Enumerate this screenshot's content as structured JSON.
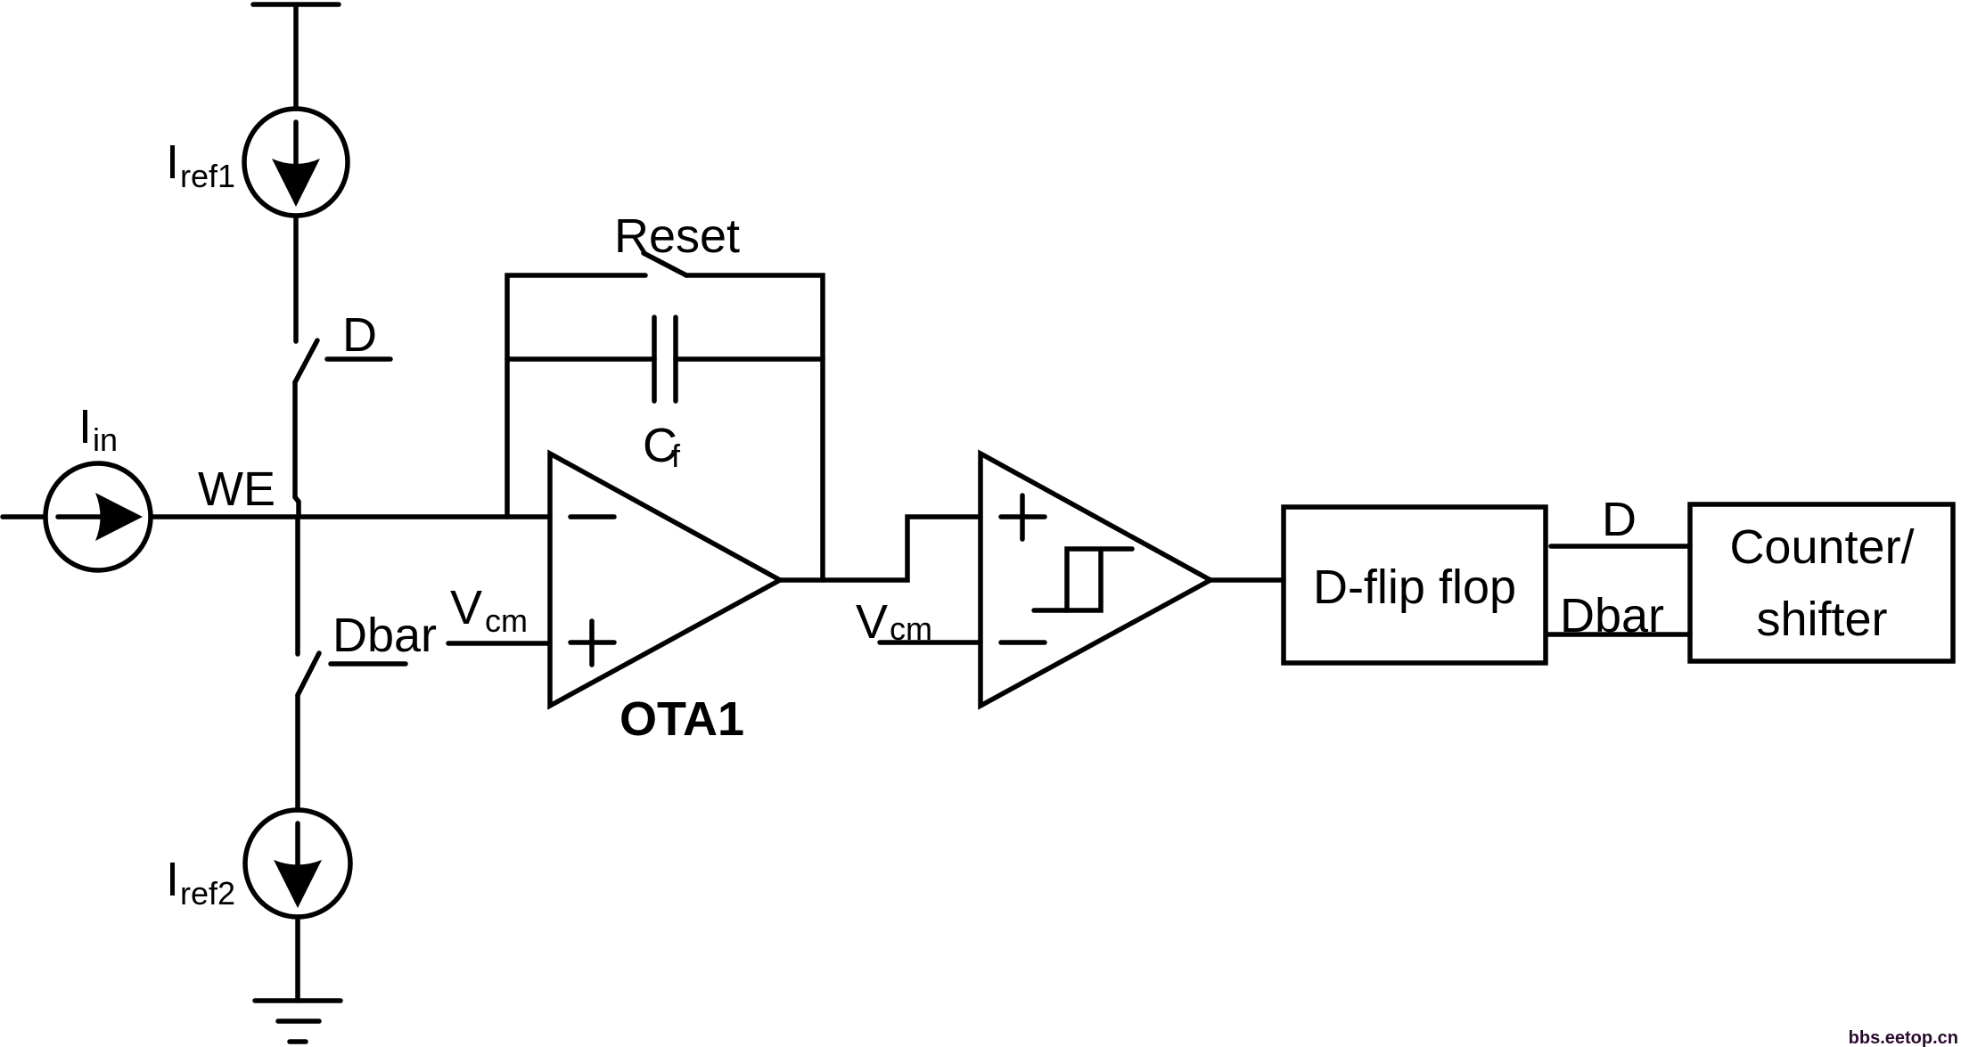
{
  "diagram": {
    "type": "circuit-schematic",
    "title": "Current-to-digital converter front end",
    "sources": {
      "input": {
        "label": "I",
        "subscript": "in",
        "direction": "right"
      },
      "ref_top": {
        "label": "I",
        "subscript": "ref1",
        "direction": "down"
      },
      "ref_bottom": {
        "label": "I",
        "subscript": "ref2",
        "direction": "down"
      }
    },
    "nodes": {
      "we": "WE",
      "supply": "vdd",
      "ground": "gnd"
    },
    "switches": {
      "top": {
        "control": "D"
      },
      "bottom": {
        "control": "Dbar"
      },
      "reset": {
        "control": "Reset"
      }
    },
    "capacitor": {
      "label": "C",
      "subscript": "f"
    },
    "ota": {
      "name": "OTA1",
      "inverting": "−",
      "noninverting": "+",
      "vcm_label": "V",
      "vcm_subscript": "cm"
    },
    "comparator": {
      "noninverting": "+",
      "inverting": "−",
      "vcm_label": "V",
      "vcm_subscript": "cm",
      "symbol": "hysteresis"
    },
    "blocks": {
      "dff": "D-flip flop",
      "counter_line1": "Counter/",
      "counter_line2": "shifter"
    },
    "outputs": {
      "d": "D",
      "dbar": "Dbar"
    },
    "watermark": "bbs.eetop.cn"
  }
}
